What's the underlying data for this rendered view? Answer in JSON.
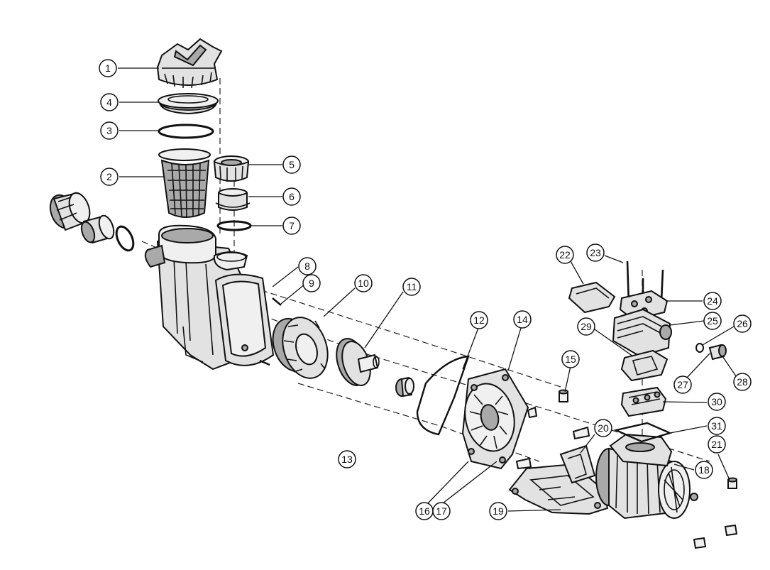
{
  "callouts": [
    {
      "n": "1"
    },
    {
      "n": "2"
    },
    {
      "n": "3"
    },
    {
      "n": "4"
    },
    {
      "n": "5"
    },
    {
      "n": "6"
    },
    {
      "n": "7"
    },
    {
      "n": "8"
    },
    {
      "n": "9"
    },
    {
      "n": "10"
    },
    {
      "n": "11"
    },
    {
      "n": "12"
    },
    {
      "n": "13"
    },
    {
      "n": "14"
    },
    {
      "n": "15"
    },
    {
      "n": "16"
    },
    {
      "n": "17"
    },
    {
      "n": "18"
    },
    {
      "n": "19"
    },
    {
      "n": "20"
    },
    {
      "n": "21"
    },
    {
      "n": "22"
    },
    {
      "n": "23"
    },
    {
      "n": "24"
    },
    {
      "n": "25"
    },
    {
      "n": "26"
    },
    {
      "n": "27"
    },
    {
      "n": "28"
    },
    {
      "n": "29"
    },
    {
      "n": "30"
    },
    {
      "n": "31"
    }
  ]
}
